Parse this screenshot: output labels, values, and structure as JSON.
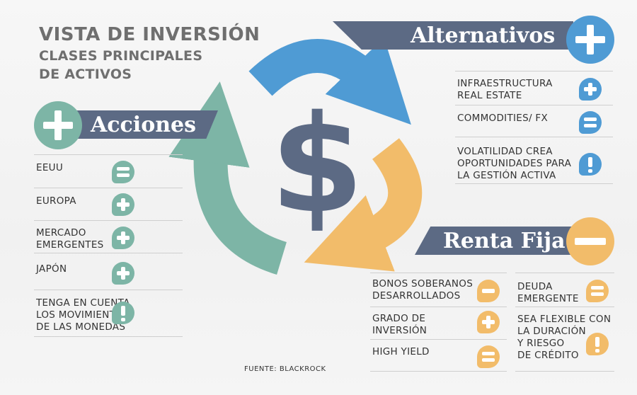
{
  "title": {
    "main": "VISTA DE INVERSIÓN",
    "sub_line1": "CLASES PRINCIPALES",
    "sub_line2": "DE ACTIVOS"
  },
  "center_symbol": "$",
  "colors": {
    "banner": "#5c6a84",
    "acciones": "#7db5a6",
    "alternativos": "#4f9bd4",
    "renta_fija": "#f2bc6a",
    "dollar": "#5c6a84"
  },
  "sections": {
    "acciones": {
      "title": "Acciones",
      "header_icon": "plus-icon",
      "items": [
        {
          "text": "EEUU",
          "icon": "equal-icon"
        },
        {
          "text": "EUROPA",
          "icon": "plus-icon"
        },
        {
          "text": "MERCADO\nEMERGENTES",
          "icon": "plus-icon"
        },
        {
          "text": "JAPÓN",
          "icon": "plus-icon"
        },
        {
          "text": "TENGA EN CUENTA\nLOS MOVIMIENTOS\nDE LAS MONEDAS",
          "icon": "exclamation-icon"
        }
      ]
    },
    "alternativos": {
      "title": "Alternativos",
      "header_icon": "plus-icon",
      "items": [
        {
          "text": "INFRAESTRUCTURA\nREAL ESTATE",
          "icon": "plus-icon"
        },
        {
          "text": "COMMODITIES/ FX",
          "icon": "equal-icon"
        },
        {
          "text": "VOLATILIDAD CREA\nOPORTUNIDADES PARA\nLA GESTIÓN ACTIVA",
          "icon": "exclamation-icon"
        }
      ]
    },
    "renta_fija": {
      "title": "Renta Fija",
      "header_icon": "minus-icon",
      "left_items": [
        {
          "text": "BONOS SOBERANOS\nDESARROLLADOS",
          "icon": "minus-icon"
        },
        {
          "text": "GRADO DE\nINVERSIÓN",
          "icon": "plus-icon"
        },
        {
          "text": "HIGH YIELD",
          "icon": "equal-icon"
        }
      ],
      "right_items": [
        {
          "text": "DEUDA\nEMERGENTE",
          "icon": "equal-icon"
        },
        {
          "text": "SEA FLEXIBLE CON\nLA DURACIÓN\nY RIESGO\nDE CRÉDITO",
          "icon": "exclamation-icon"
        }
      ]
    }
  },
  "source": "FUENTE: BLACKROCK"
}
